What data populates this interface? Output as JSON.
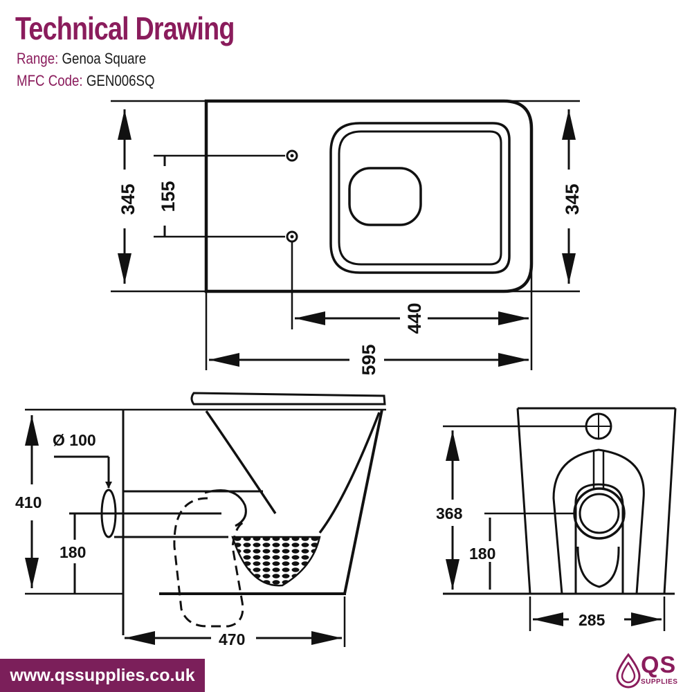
{
  "header": {
    "title": "Technical Drawing",
    "range_label": "Range:",
    "range_value": "Genoa Square",
    "code_label": "MFC Code:",
    "code_value": "GEN006SQ"
  },
  "dimensions": {
    "plan_depth_left": "345",
    "plan_fixing_spacing": "155",
    "plan_depth_right": "345",
    "plan_fixing_to_front": "440",
    "plan_overall_length": "595",
    "side_height": "410",
    "side_outlet_diameter": "Ø 100",
    "side_outlet_height": "180",
    "side_length": "470",
    "rear_inlet_height": "368",
    "rear_outlet_height": "180",
    "rear_width": "285"
  },
  "footer": {
    "website": "www.qssupplies.co.uk"
  },
  "logo": {
    "text": "QS",
    "tagline": "SUPPLIES",
    "icon": "water-drop-icon"
  },
  "colors": {
    "brand": "#8a1c5c",
    "ink": "#111111",
    "footer_bg": "#7b1f5a"
  }
}
